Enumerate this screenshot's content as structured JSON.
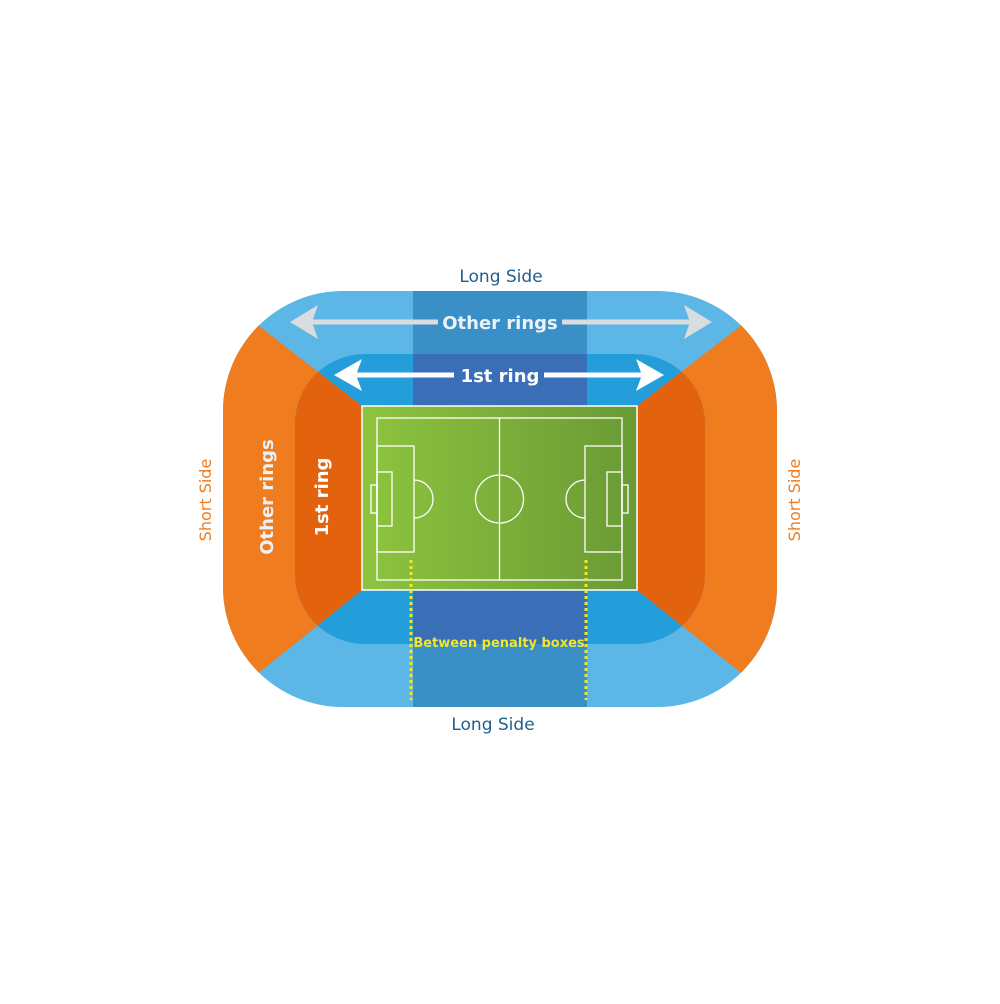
{
  "labels": {
    "long_side_top": "Long Side",
    "long_side_bottom": "Long Side",
    "short_side_left": "Short Side",
    "short_side_right": "Short Side",
    "other_rings_top": "Other rings",
    "first_ring_top": "1st ring",
    "other_rings_left": "Other rings",
    "first_ring_left": "1st ring",
    "between_penalty_boxes": "Between penalty boxes"
  },
  "colors": {
    "outer_long_side": "#5db7e6",
    "outer_long_center": "#3a8fc7",
    "inner_long_side": "#249ddb",
    "inner_long_center": "#3a6fb7",
    "outer_short": "#ef7c1f",
    "inner_short": "#e3620e",
    "pitch_left": "#8dc43e",
    "pitch_right": "#6a9a35",
    "penalty_marker": "#f0e62a",
    "long_label": "#1f5f8b",
    "short_label": "#ef7c1f",
    "arrow_outer": "#d9dde0",
    "arrow_inner": "#ffffff"
  }
}
